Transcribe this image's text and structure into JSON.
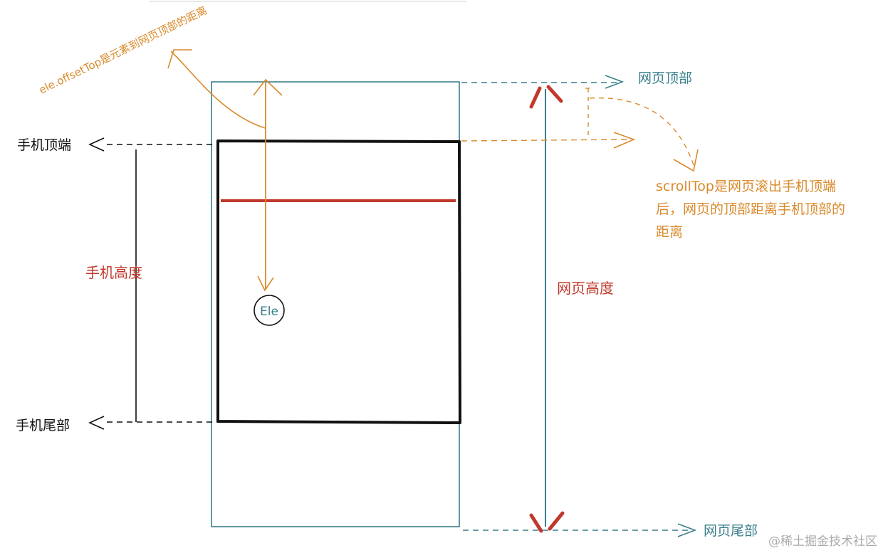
{
  "labels": {
    "phone_top": "手机顶端",
    "phone_bottom": "手机尾部",
    "phone_height": "手机高度",
    "page_top": "网页顶部",
    "page_bottom": "网页尾部",
    "page_height": "网页高度",
    "offset_top": "ele.offsetTop是元素到网页顶部的距离",
    "scroll_top_line1": "scrollTop是网页滚出手机顶端",
    "scroll_top_line2": "后，网页的顶部距离手机顶部的",
    "scroll_top_line3": "距离",
    "element": "Ele",
    "watermark": "@稀土掘金技术社区"
  },
  "colors": {
    "teal": "#3a7f8c",
    "black": "#111111",
    "red": "#c0392b",
    "orange": "#d98a2b",
    "watermark": "#aaaaaa"
  }
}
